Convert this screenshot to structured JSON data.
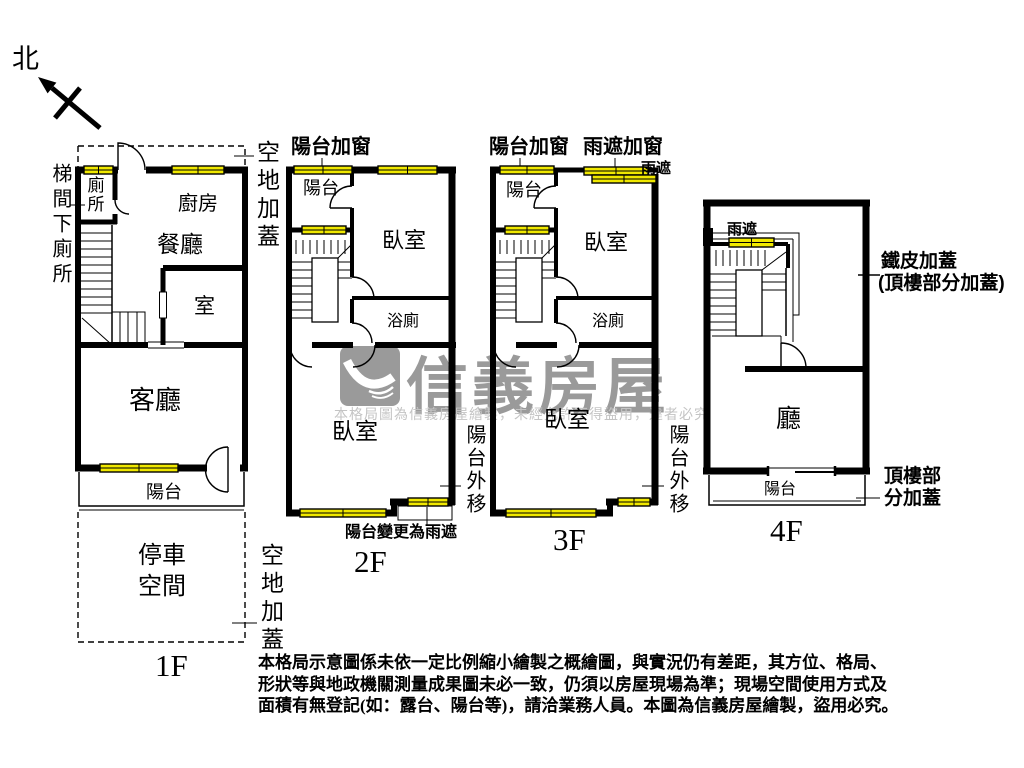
{
  "compass": {
    "north": "北"
  },
  "watermark": {
    "brand": "信義房屋",
    "notice": "本格局圖為信義房屋繪製，未經允許不得盜用，違者必究"
  },
  "floors": {
    "f1": {
      "name": "1F",
      "labels": {
        "stair_toilet": "梯間下廁所",
        "toilet": "廁所",
        "kitchen": "廚房",
        "dining": "餐廳",
        "open_land_top": "空地加蓋",
        "room": "室",
        "living": "客廳",
        "balcony": "陽台",
        "parking_line1": "停車",
        "parking_line2": "空間",
        "open_land_bottom": "空地加蓋"
      }
    },
    "f2": {
      "name": "2F",
      "labels": {
        "balcony_window": "陽台加窗",
        "balcony": "陽台",
        "bedroom_front": "臥室",
        "bath": "浴廁",
        "bedroom_back": "臥室",
        "balcony_moved": "陽台外移",
        "balcony_to_canopy": "陽台變更為雨遮"
      }
    },
    "f3": {
      "name": "3F",
      "labels": {
        "balcony_window": "陽台加窗",
        "canopy_window": "雨遮加窗",
        "canopy": "雨遮",
        "balcony": "陽台",
        "bedroom_front": "臥室",
        "bath": "浴廁",
        "bedroom_back": "臥室",
        "balcony_moved": "陽台外移"
      }
    },
    "f4": {
      "name": "4F",
      "labels": {
        "canopy": "雨遮",
        "tin_roof_line1": "鐵皮加蓋",
        "tin_roof_line2": "(頂樓部分加蓋)",
        "hall": "廳",
        "balcony": "陽台",
        "rooftop_line1": "頂樓部",
        "rooftop_line2": "分加蓋"
      }
    }
  },
  "disclaimer": {
    "line1": "本格局示意圖係未依一定比例縮小繪製之概繪圖，與實況仍有差距，其方位、格局、",
    "line2": "形狀等與地政機關測量成果圖未必一致，仍須以房屋現場為準；現場空間使用方式及",
    "line3": "面積有無登記(如：露台、陽台等)，請洽業務人員。本圖為信義房屋繪製，盜用必究。"
  },
  "colors": {
    "wall": "#000000",
    "window": "#f0e800",
    "watermark": "#9a9a9a"
  }
}
